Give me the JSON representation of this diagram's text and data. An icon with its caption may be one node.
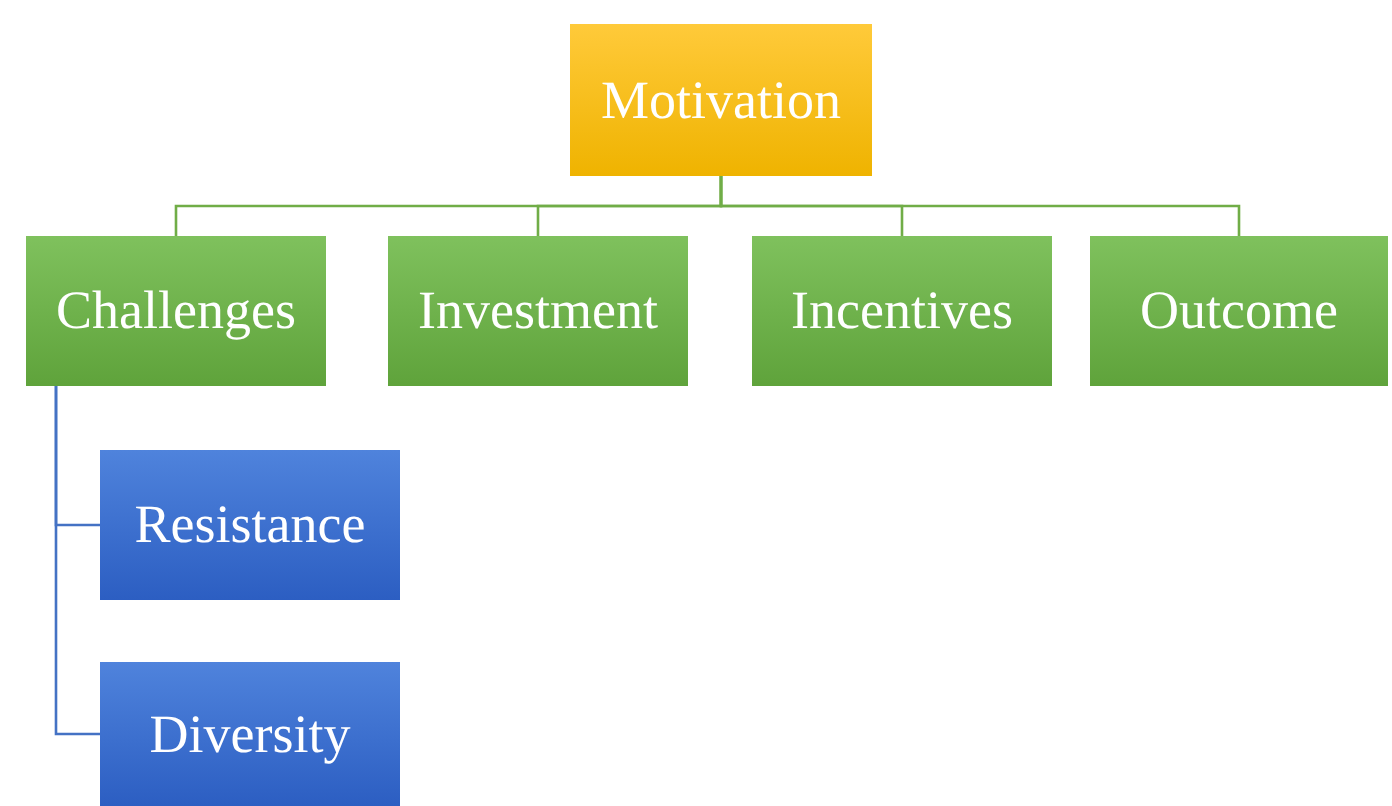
{
  "diagram": {
    "nodes": [
      {
        "text": [
          "Motivation"
        ]
      },
      {
        "text": [
          "Challenges"
        ]
      },
      {
        "text": [
          "Investment"
        ]
      },
      {
        "text": [
          "Incentives"
        ]
      },
      {
        "text": [
          "Outcome"
        ]
      },
      {
        "text": [
          "Resistance"
        ]
      },
      {
        "text": [
          "Diversity"
        ]
      }
    ],
    "edges": [
      {
        "from": 0,
        "to": 1,
        "arrow": "none"
      },
      {
        "from": 0,
        "to": 2,
        "arrow": "none"
      },
      {
        "from": 0,
        "to": 3,
        "arrow": "none"
      },
      {
        "from": 0,
        "to": 4,
        "arrow": "none"
      },
      {
        "from": 1,
        "to": 5,
        "arrow": "none",
        "color": "#4472c4"
      },
      {
        "from": 1,
        "to": 6,
        "arrow": "none",
        "color": "#4472c4"
      }
    ]
  }
}
